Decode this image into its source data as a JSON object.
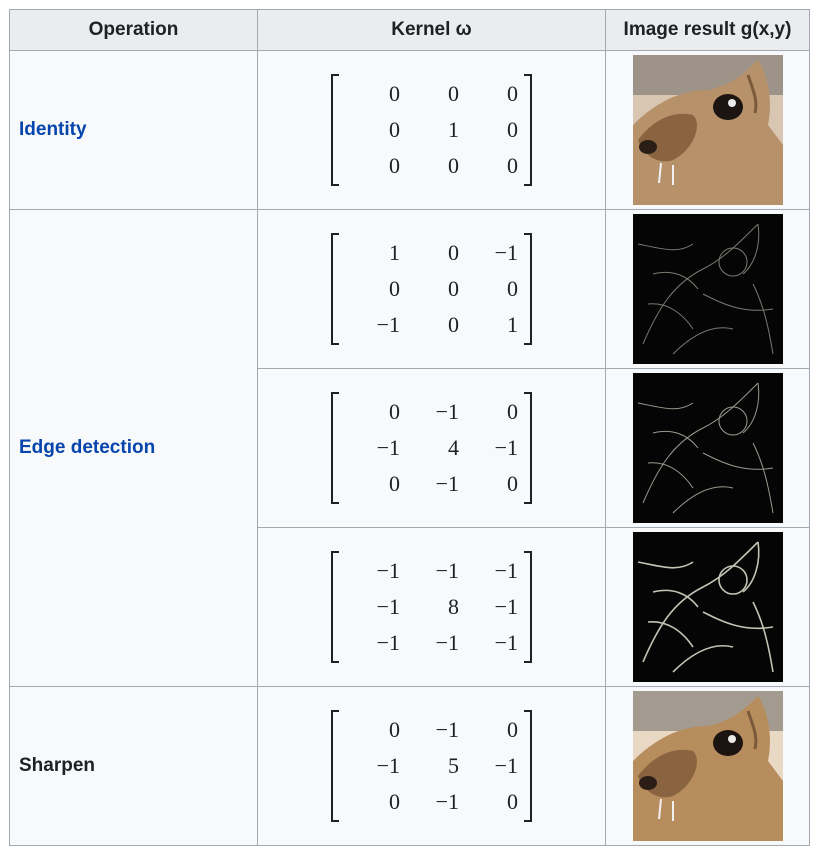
{
  "headers": {
    "operation": "Operation",
    "kernel": "Kernel ω",
    "result": "Image result g(x,y)"
  },
  "operations": {
    "identity": "Identity",
    "edge": "Edge detection",
    "sharpen": "Sharpen"
  },
  "kernels": [
    [
      [
        "0",
        "0",
        "0"
      ],
      [
        "0",
        "1",
        "0"
      ],
      [
        "0",
        "0",
        "0"
      ]
    ],
    [
      [
        "1",
        "0",
        "−1"
      ],
      [
        "0",
        "0",
        "0"
      ],
      [
        "−1",
        "0",
        "1"
      ]
    ],
    [
      [
        "0",
        "−1",
        "0"
      ],
      [
        "−1",
        "4",
        "−1"
      ],
      [
        "0",
        "−1",
        "0"
      ]
    ],
    [
      [
        "−1",
        "−1",
        "−1"
      ],
      [
        "−1",
        "8",
        "−1"
      ],
      [
        "−1",
        "−1",
        "−1"
      ]
    ],
    [
      [
        "0",
        "−1",
        "0"
      ],
      [
        "−1",
        "5",
        "−1"
      ],
      [
        "0",
        "−1",
        "0"
      ]
    ]
  ],
  "images": [
    {
      "icon": "squirrel-photo",
      "style": "color"
    },
    {
      "icon": "squirrel-edge-photo",
      "style": "edge"
    },
    {
      "icon": "squirrel-edge-photo",
      "style": "edge"
    },
    {
      "icon": "squirrel-edge-photo",
      "style": "edge-strong"
    },
    {
      "icon": "squirrel-sharpened-photo",
      "style": "color-sharp"
    }
  ],
  "colors": {
    "link": "#0645ad",
    "header_bg": "#eaecf0",
    "cell_bg": "#f8f9fa",
    "border": "#a2a9b1"
  }
}
